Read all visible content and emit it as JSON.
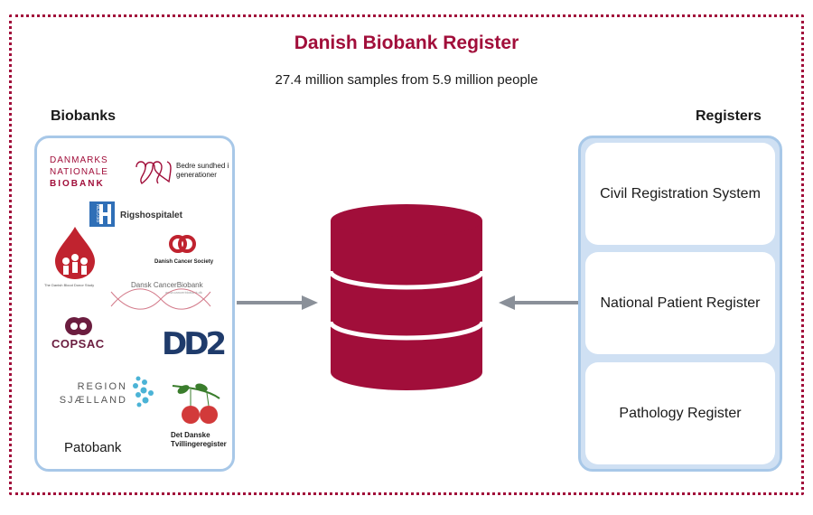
{
  "title": "Danish Biobank Register",
  "subtitle": "27.4 million samples from 5.9 million people",
  "biobanks": {
    "heading": "Biobanks",
    "logos": [
      {
        "name": "danmarks-nationale-biobank",
        "lines": [
          "DANMARKS",
          "NATIONALE",
          "BIOBANK"
        ]
      },
      {
        "name": "bedre-sundhed",
        "lines": [
          "Bedre sundhed i",
          "generationer"
        ]
      },
      {
        "name": "rigshospitalet",
        "text": "Rigshospitalet",
        "badge": "REGION"
      },
      {
        "name": "danish-blood-donor-study",
        "caption": "The Danish Blood Donor Study"
      },
      {
        "name": "danish-cancer-society",
        "text": "Danish Cancer Society"
      },
      {
        "name": "dansk-cancerbiobank",
        "text": "Dansk CancerBiobank",
        "small": "www.cancerbiobank.dk"
      },
      {
        "name": "copsac",
        "text": "COPSAC"
      },
      {
        "name": "dd2",
        "text": "DD2"
      },
      {
        "name": "region-sjaelland",
        "lines": [
          "REGION",
          "SJÆLLAND"
        ]
      },
      {
        "name": "tvillingeregister",
        "lines": [
          "Det Danske",
          "Tvillingeregister"
        ]
      },
      {
        "name": "patobank",
        "text": "Patobank"
      }
    ]
  },
  "registers": {
    "heading": "Registers",
    "items": [
      {
        "label": "Civil Registration System"
      },
      {
        "label": "National Patient Register"
      },
      {
        "label": "Pathology Register"
      }
    ]
  },
  "colors": {
    "accent": "#a10e3a",
    "panel_border": "#a8c8e8",
    "panel_fill": "#cfe0f3",
    "arrow": "#8a9099",
    "rigshospitalet_blue": "#2f6fb7",
    "dd2_navy": "#1f3b6b",
    "sjaelland_dots": "#4bb3d6",
    "apple_red": "#d23a3a",
    "leaf_green": "#3a7d2c"
  }
}
